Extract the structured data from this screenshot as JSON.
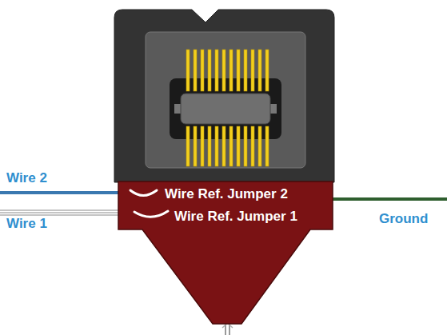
{
  "diagram": {
    "labels": [
      "Wire 2",
      "Wire 1",
      "Ground",
      "Wire Ref. Jumper 2",
      "Wire Ref. Jumper 1"
    ]
  }
}
